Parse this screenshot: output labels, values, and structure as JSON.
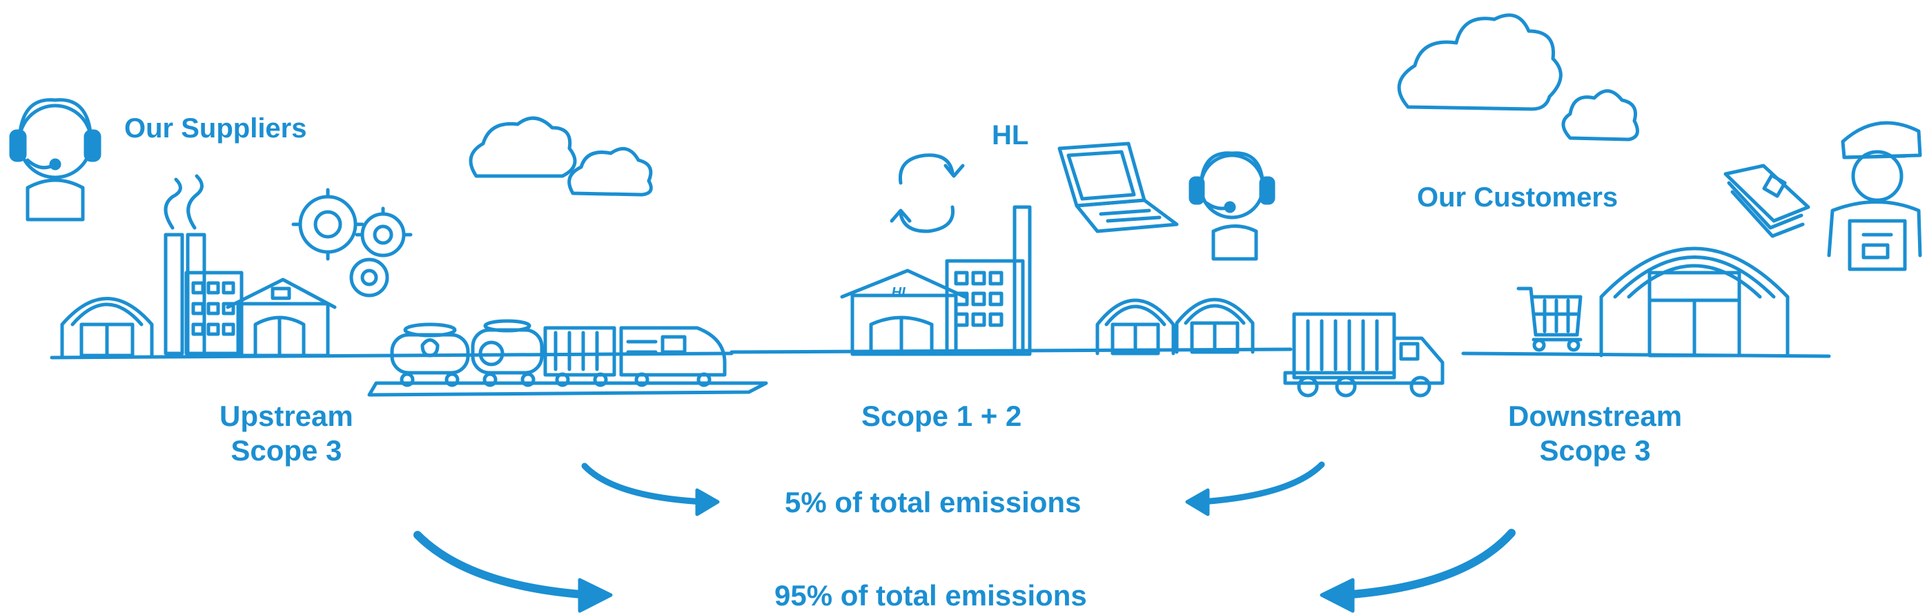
{
  "colors": {
    "accent": "#1b8fd2",
    "line": "#1b8fd2",
    "background": "#ffffff"
  },
  "headings": {
    "suppliers": "Our Suppliers",
    "hl": "HL",
    "customers": "Our Customers"
  },
  "scopes": {
    "upstream_line1": "Upstream",
    "upstream_line2": "Scope 3",
    "center": "Scope 1 + 2",
    "downstream_line1": "Downstream",
    "downstream_line2": "Scope 3"
  },
  "emissions": {
    "small": "5% of total emissions",
    "large": "95% of total emissions"
  },
  "icons": [
    "headset-person-icon",
    "cloud-icon",
    "factory-icon",
    "gears-icon",
    "warehouse-icon",
    "tank-train-icon",
    "refresh-arrows-icon",
    "laptop-icon",
    "truck-icon",
    "shopping-cart-icon",
    "money-icon",
    "delivery-person-icon",
    "arrow-icon"
  ]
}
